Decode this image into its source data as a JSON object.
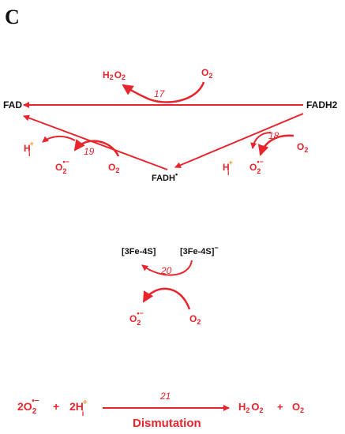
{
  "panel_label": "C",
  "colors": {
    "red": "#e8242c",
    "black": "#111111",
    "orange": "#f7941d"
  },
  "top": {
    "fad": "FAD",
    "fadh2": "FADH2",
    "fadh_radical": "FADH",
    "h2o2_parts": [
      "H",
      "2",
      "O",
      "2"
    ],
    "o2_top": "O",
    "o2_sub": "2",
    "reaction_17": "17",
    "reaction_18": "18",
    "reaction_19": "19",
    "hi_left": {
      "base": "H",
      "sup": "+",
      "sub": "i"
    },
    "hi_right": {
      "base": "H",
      "sup": "+",
      "sub": "i"
    },
    "superoxide_left": {
      "base": "O",
      "sub": "2",
      "sup": "•−"
    },
    "superoxide_right": {
      "base": "O",
      "sub": "2",
      "sup": "•−"
    },
    "o2_left": {
      "base": "O",
      "sub": "2"
    },
    "o2_right": {
      "base": "O",
      "sub": "2"
    }
  },
  "middle": {
    "fe_ox": "[3Fe-4S]",
    "fe_red": "[3Fe-4S]",
    "fe_red_charge": "−",
    "reaction_20": "20",
    "superoxide": {
      "base": "O",
      "sub": "2",
      "sup": "•−"
    },
    "o2": {
      "base": "O",
      "sub": "2"
    }
  },
  "bottom": {
    "coef_superoxide": "2O",
    "superoxide_sub": "2",
    "superoxide_sup": "•−",
    "plus1": "+",
    "coef_h": "2H",
    "h_sup": "+",
    "h_sub": "i",
    "reaction_21": "21",
    "h2o2": "H",
    "h2o2_parts": [
      "2",
      "O",
      "2"
    ],
    "plus2": "+",
    "o2": "O",
    "o2_sub": "2",
    "process_label": "Dismutation"
  }
}
